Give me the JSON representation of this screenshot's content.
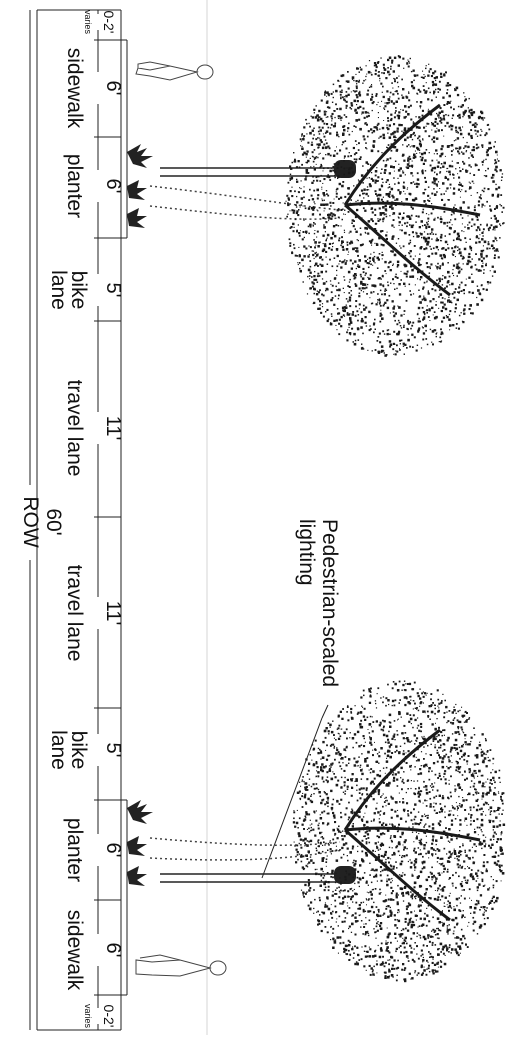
{
  "total": {
    "width": "60'",
    "label": "ROW"
  },
  "segments": [
    {
      "width": "0-2'",
      "note": "varies",
      "label": ""
    },
    {
      "width": "6'",
      "label": "sidewalk"
    },
    {
      "width": "6'",
      "label": "planter"
    },
    {
      "width": "5'",
      "label": "bike lane"
    },
    {
      "width": "11'",
      "label": "travel lane"
    },
    {
      "width": "11'",
      "label": "travel lane"
    },
    {
      "width": "5'",
      "label": "bike lane"
    },
    {
      "width": "6'",
      "label": "planter"
    },
    {
      "width": "6'",
      "label": "sidewalk"
    },
    {
      "width": "0-2'",
      "note": "varies",
      "label": ""
    }
  ],
  "callout": {
    "line1": "Pedestrian-scaled",
    "line2": "lighting"
  },
  "colors": {
    "ink": "#111111",
    "grid": "#cccccc",
    "foliage": "#1a1a1a",
    "trunk": "#555555"
  }
}
